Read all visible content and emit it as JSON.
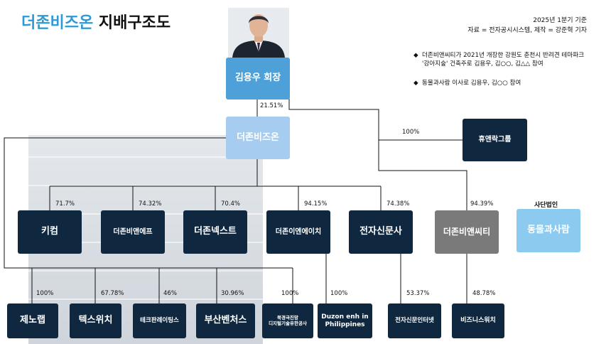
{
  "title": {
    "part1": "더존비즈온",
    "part2": "지배구조도"
  },
  "basis": {
    "line1": "2025년 1분기 기준",
    "line2": "자료 = 전자공시시스템, 제작 = 강준혁 기자"
  },
  "notes": [
    {
      "marker": "◆",
      "line1": "더존비앤씨티가 2021년 개장한 강원도 춘천시 반려견 테마파크",
      "line2": "'강아지숲' 건축주로 김용우, 김○○, 김△△ 참여"
    },
    {
      "marker": "◆",
      "line1": "동물과사람 이사로 김용우, 김○○ 참여",
      "line2": ""
    }
  ],
  "nodes": {
    "chairman": "김용우 회장",
    "duzon": "더존비즈온",
    "hyu": "휴앤락그룹",
    "kicom": "키컴",
    "bnf": "더존비앤에프",
    "next": "더존넥스트",
    "enh": "더존이엔에이치",
    "etimes": "전자신문사",
    "bnct": "더존비앤씨티",
    "animal": "동물과사람",
    "zenolab": "제노랩",
    "textswitch": "텍스위치",
    "techfair": "테크판레이팅스",
    "busan": "부산벤처스",
    "bukjeong_l1": "북경극진망",
    "bukjeong_l2": "디지털기술유한공사",
    "duzon_ph_l1": "Duzon enh in",
    "duzon_ph_l2": "Philippines",
    "etimes_internet": "전자신문인터넷",
    "bizwatch": "비즈니스워치"
  },
  "animal_caption": "사단법인",
  "percents": {
    "chairman_duzon": "21.51%",
    "chairman_hyu": "100%",
    "kicom": "71.7%",
    "bnf": "74.32%",
    "next": "70.4%",
    "enh": "94.15%",
    "etimes": "74.38%",
    "bnct": "94.39%",
    "zenolab": "100%",
    "textswitch": "67.78%",
    "techfair": "46%",
    "busan": "30.96%",
    "bukjeong": "100%",
    "duzon_ph": "100%",
    "etimes_internet": "53.37%",
    "bizwatch": "48.78%"
  },
  "colors": {
    "navy": "#0f2840",
    "gray": "#7a7a7a",
    "chairman": "#4ea1d8",
    "duzon": "#a6cdef",
    "animal": "#8ccaf0",
    "title_accent": "#2b9ad6"
  },
  "icons": {
    "photo": "chairman-photo"
  }
}
